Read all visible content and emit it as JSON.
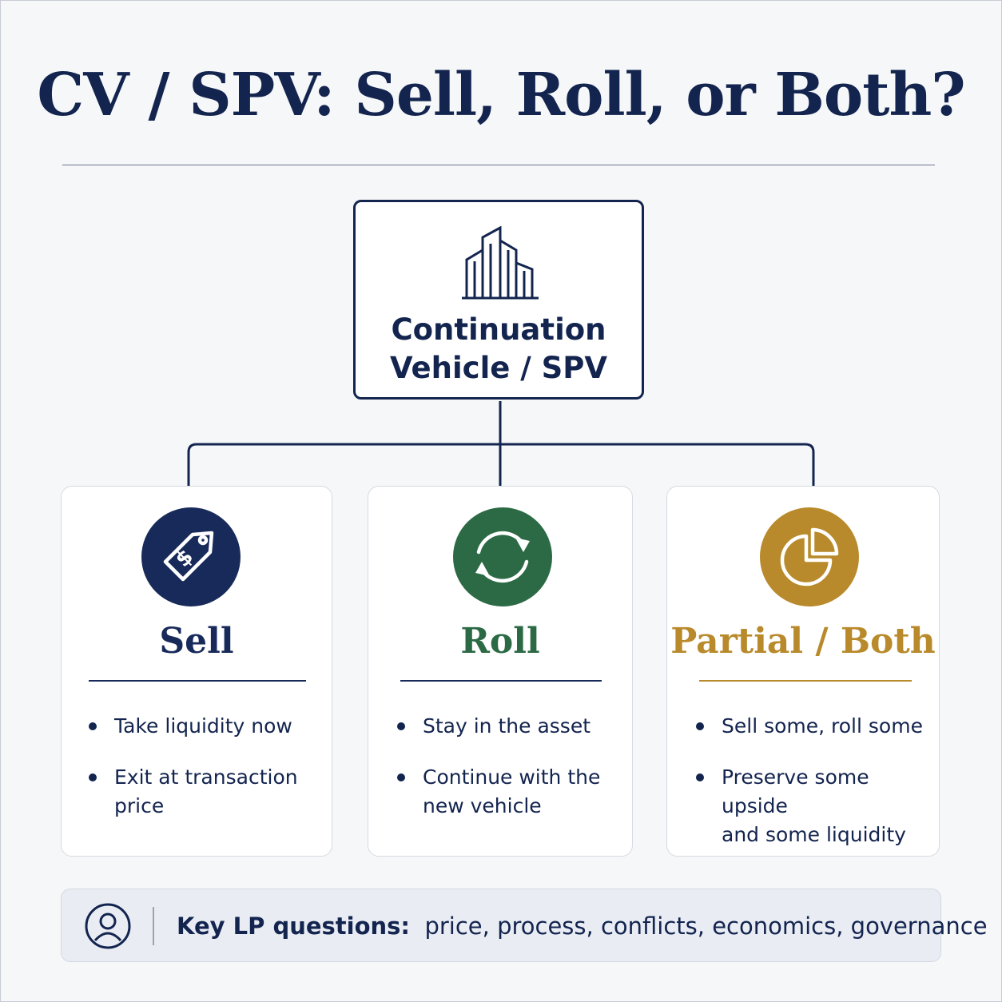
{
  "title": "CV / SPV: Sell, Roll, or Both?",
  "root": {
    "icon": "buildings-icon",
    "label_line1": "Continuation",
    "label_line2": "Vehicle / SPV"
  },
  "options": [
    {
      "title": "Sell",
      "icon": "price-tag-dollar-icon",
      "color": "#172a5a",
      "bullets": [
        [
          "Take liquidity now"
        ],
        [
          "Exit at transaction price"
        ]
      ]
    },
    {
      "title": "Roll",
      "icon": "refresh-arrows-icon",
      "color": "#2c6a45",
      "bullets": [
        [
          "Stay in the asset"
        ],
        [
          "Continue with the",
          "new vehicle"
        ]
      ]
    },
    {
      "title": "Partial / Both",
      "icon": "pie-chart-icon",
      "color": "#b88a2b",
      "bullets": [
        [
          "Sell some, roll some"
        ],
        [
          "Preserve some upside",
          "and some liquidity"
        ]
      ]
    }
  ],
  "footer": {
    "icon": "user-icon",
    "label": "Key LP questions:",
    "text": "price, process, conflicts, economics, governance"
  }
}
